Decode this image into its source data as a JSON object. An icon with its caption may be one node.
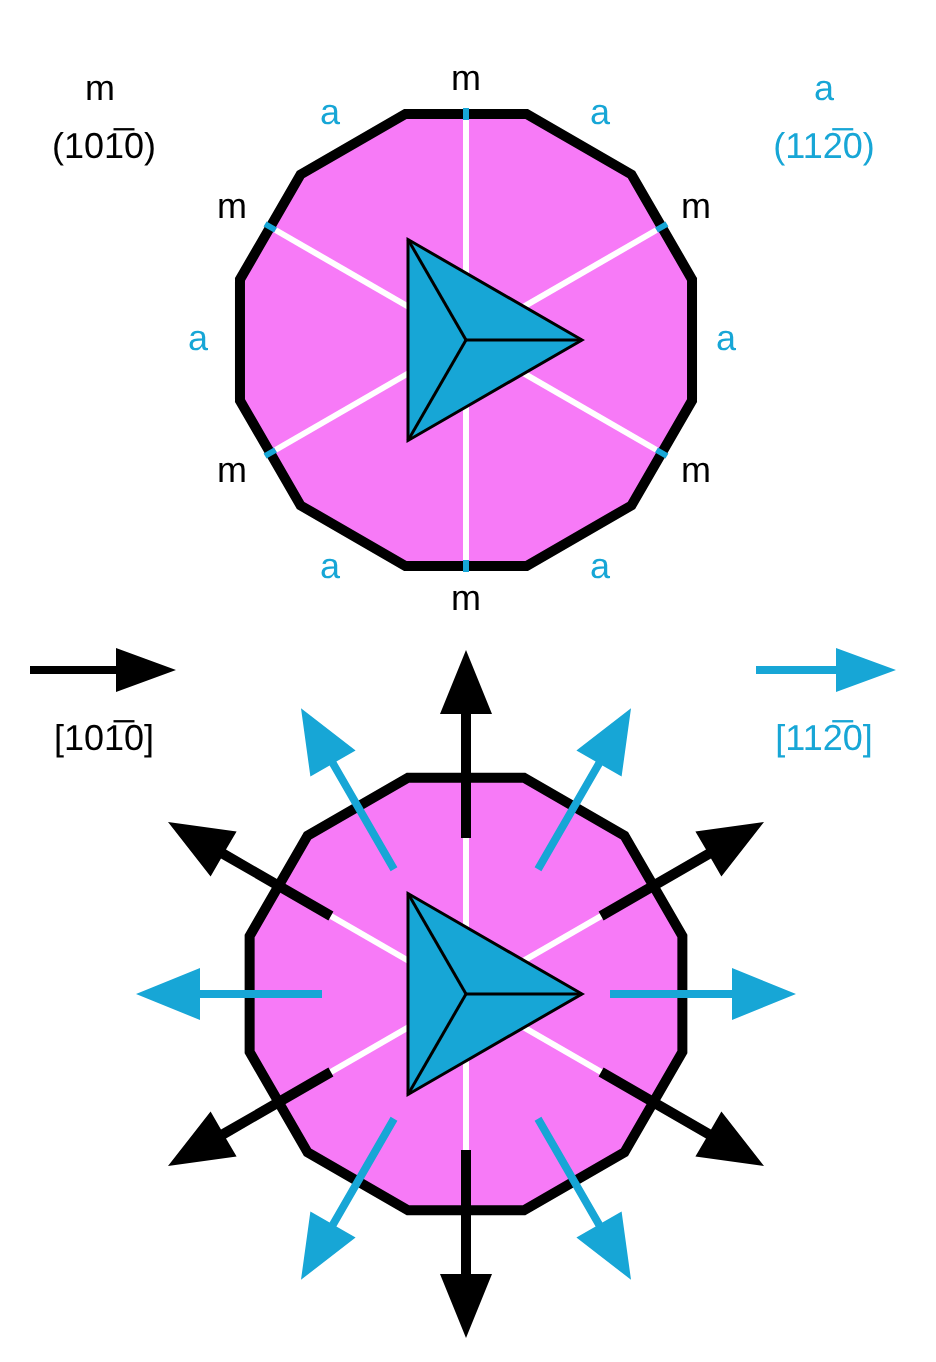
{
  "diagram": {
    "labels": [
      "m",
      "m",
      "a",
      "a",
      "a",
      "(101̅0)",
      "(112̅0)",
      "m",
      "m",
      "a",
      "a",
      "m",
      "m",
      "a",
      "m",
      "a"
    ],
    "legend": [
      {
        "text": "[101̅0]"
      },
      {
        "text": "[112̅0]"
      }
    ]
  }
}
